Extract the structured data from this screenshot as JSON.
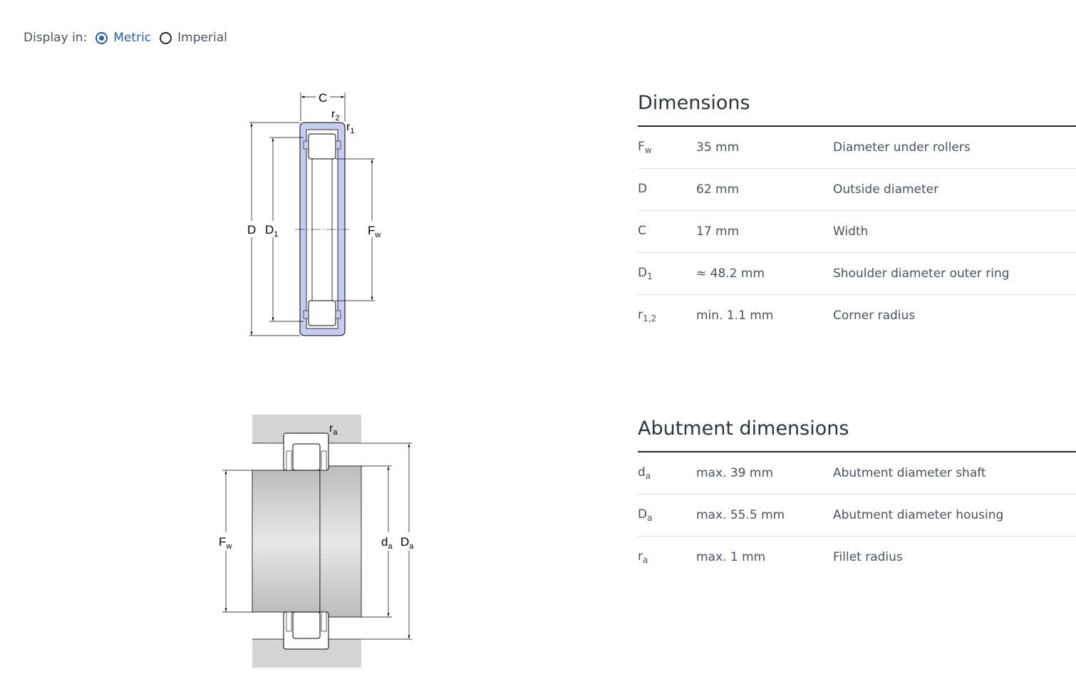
{
  "display": {
    "label": "Display in:",
    "options": [
      {
        "label": "Metric",
        "checked": true
      },
      {
        "label": "Imperial",
        "checked": false
      }
    ]
  },
  "diagram1": {
    "labels": {
      "C": "C",
      "r": "r",
      "r2_sub": "2",
      "r1_sub": "1",
      "D": "D",
      "D1": "D",
      "D1_sub": "1",
      "Fw": "F",
      "Fw_sub": "w"
    }
  },
  "diagram2": {
    "labels": {
      "ra": "r",
      "ra_sub": "a",
      "Fw": "F",
      "Fw_sub": "w",
      "da": "d",
      "da_sub": "a",
      "Da": "D",
      "Da_sub": "a"
    }
  },
  "dimensions": {
    "title": "Dimensions",
    "rows": [
      {
        "sym": "F",
        "sub": "w",
        "value": "35 mm",
        "desc": "Diameter under rollers"
      },
      {
        "sym": "D",
        "sub": "",
        "value": "62 mm",
        "desc": "Outside diameter"
      },
      {
        "sym": "C",
        "sub": "",
        "value": "17 mm",
        "desc": "Width"
      },
      {
        "sym": "D",
        "sub": "1",
        "value": "≈ 48.2 mm",
        "desc": "Shoulder diameter outer ring"
      },
      {
        "sym": "r",
        "sub": "1,2",
        "value": "min. 1.1 mm",
        "desc": "Corner radius"
      }
    ]
  },
  "abutment": {
    "title": "Abutment dimensions",
    "rows": [
      {
        "sym": "d",
        "sub": "a",
        "value": "max. 39 mm",
        "desc": "Abutment diameter shaft"
      },
      {
        "sym": "D",
        "sub": "a",
        "value": "max. 55.5 mm",
        "desc": "Abutment diameter housing"
      },
      {
        "sym": "r",
        "sub": "a",
        "value": "max. 1 mm",
        "desc": "Fillet radius"
      }
    ]
  },
  "colors": {
    "accent": "#1f5fb8",
    "bearing_fill": "#c5cdf0",
    "housing_fill": "#d4d4d4"
  }
}
